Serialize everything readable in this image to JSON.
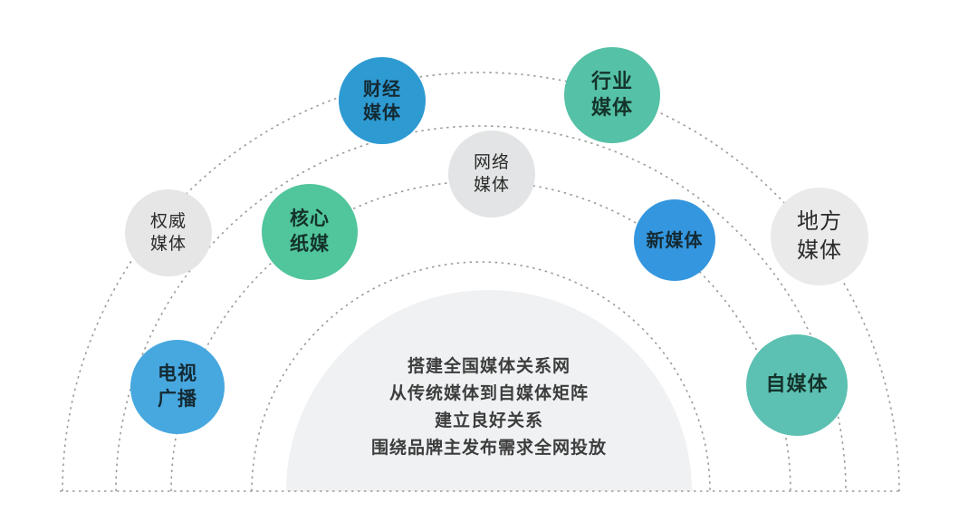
{
  "diagram": {
    "background": "#ffffff",
    "arc_color": "#9b9b9b",
    "core": {
      "fill": "#eff1f3",
      "text_color": "#3d3d3d",
      "lines": [
        "搭建全国媒体关系网",
        "从传统媒体到自媒体矩阵",
        "建立良好关系",
        "围绕品牌主发布需求全网投放"
      ]
    },
    "bubbles": [
      {
        "name": "caijing-media",
        "label": "财经\n媒体",
        "color": "#2e9ad2",
        "text_color": "#142a33"
      },
      {
        "name": "hangye-media",
        "label": "行业\n媒体",
        "color": "#55c1a6",
        "text_color": "#14332b"
      },
      {
        "name": "wangluo-media",
        "label": "网络\n媒体",
        "color": "#e3e4e5",
        "text_color": "#2b2b2b"
      },
      {
        "name": "quanwei-media",
        "label": "权威\n媒体",
        "color": "#e6e6e7",
        "text_color": "#2b2b2b"
      },
      {
        "name": "hexin-zhimei",
        "label": "核心\n纸媒",
        "color": "#51c59b",
        "text_color": "#14332b"
      },
      {
        "name": "xin-media",
        "label": "新媒体",
        "color": "#3496de",
        "text_color": "#142a33"
      },
      {
        "name": "difang-media",
        "label": "地方\n媒体",
        "color": "#eaeaeb",
        "text_color": "#2b2b2b"
      },
      {
        "name": "dianshi-guangbo",
        "label": "电视\n广播",
        "color": "#47a8e0",
        "text_color": "#142a33"
      },
      {
        "name": "zi-media",
        "label": "自媒体",
        "color": "#5cc0b2",
        "text_color": "#14332b"
      }
    ]
  }
}
